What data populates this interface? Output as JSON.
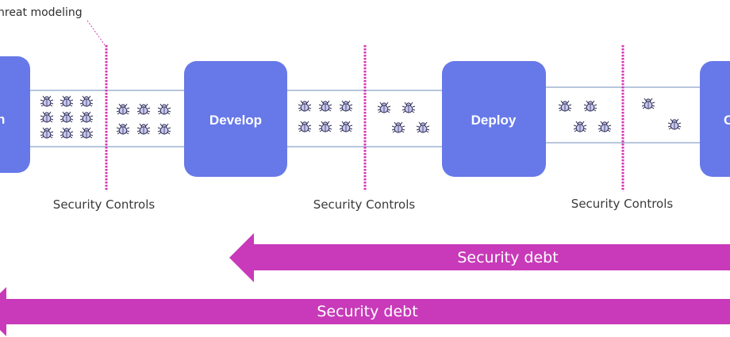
{
  "callout": {
    "label": "hreat modeling"
  },
  "stages": [
    {
      "label": "n"
    },
    {
      "label": "Develop"
    },
    {
      "label": "Deploy"
    },
    {
      "label": "C"
    }
  ],
  "controls": [
    {
      "label": "Security Controls"
    },
    {
      "label": "Security Controls"
    },
    {
      "label": "Security Controls"
    }
  ],
  "debt_arrows": [
    {
      "label": "Security debt"
    },
    {
      "label": "Security debt"
    }
  ],
  "bug_counts": {
    "before_control_1": 9,
    "after_control_1": 6,
    "before_control_2": 6,
    "after_control_2": 4,
    "before_control_3": 4,
    "after_control_3": 2
  },
  "colors": {
    "stage_fill": "#6779e8",
    "control_line": "#d437b6",
    "debt_arrow": "#c83ab9",
    "bug_fill": "#c8c8ef",
    "bug_stroke": "#2e2e55",
    "pipe_line": "#9fb3d1"
  },
  "icons": {
    "bug": "bug-icon"
  }
}
